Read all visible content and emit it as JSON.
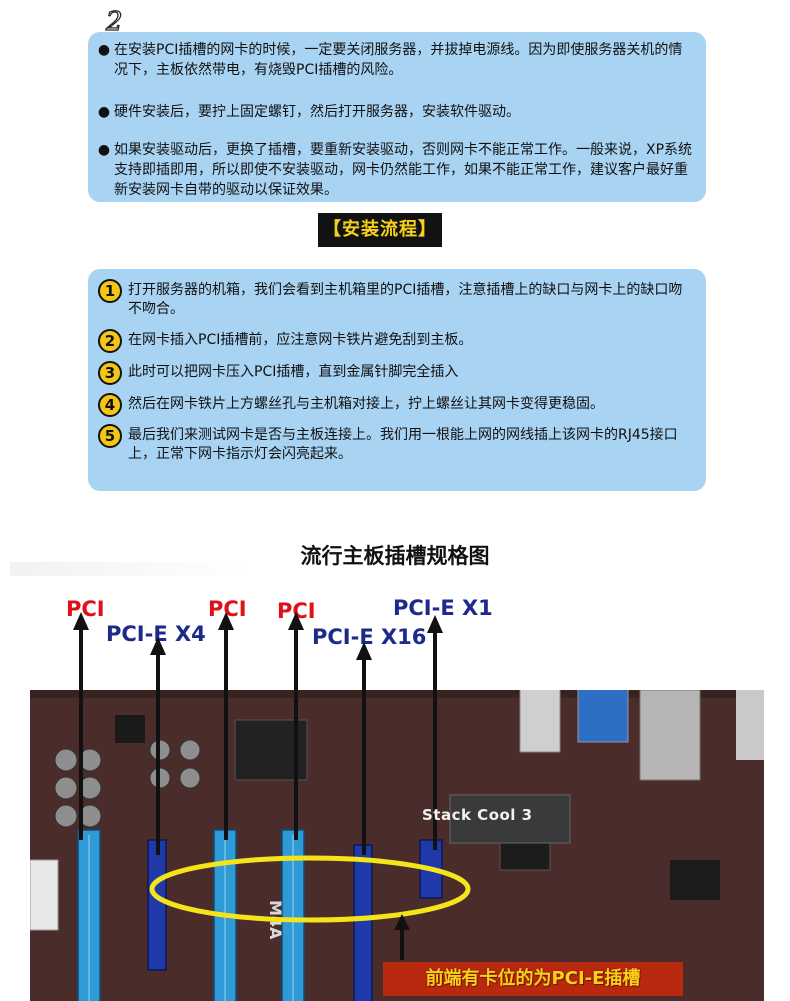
{
  "notes": {
    "badge": "2",
    "bullet": "●",
    "paragraphs": [
      "在安装PCI插槽的网卡的时候，一定要关闭服务器，并拔掉电源线。因为即使服务器关机的情况下，主板依然带电，有烧毁PCI插槽的风险。",
      "硬件安装后，要拧上固定螺钉，然后打开服务器，安装软件驱动。",
      "如果安装驱动后，更换了插槽，要重新安装驱动，否则网卡不能正常工作。一般来说，XP系统支持即插即用，所以即使不安装驱动，网卡仍然能工作，如果不能正常工作，建议客户最好重新安装网卡自带的驱动以保证效果。"
    ]
  },
  "section_heading": "【安装流程】",
  "steps": [
    {
      "num": "1",
      "text": "打开服务器的机箱，我们会看到主机箱里的PCI插槽，注意插槽上的缺口与网卡上的缺口吻不吻合。"
    },
    {
      "num": "2",
      "text": "在网卡插入PCI插槽前，应注意网卡铁片避免刮到主板。"
    },
    {
      "num": "3",
      "text": "此时可以把网卡压入PCI插槽，直到金属针脚完全插入"
    },
    {
      "num": "4",
      "text": "然后在网卡铁片上方螺丝孔与主机箱对接上，拧上螺丝让其网卡变得更稳固。"
    },
    {
      "num": "5",
      "text": "最后我们来测试网卡是否与主板连接上。我们用一根能上网的网线插上该网卡的RJ45接口上，正常下网卡指示灯会闪亮起来。"
    }
  ],
  "diagram": {
    "title": "流行主板插槽规格图",
    "labels": [
      {
        "id": "pci1",
        "text": "PCI",
        "color": "red"
      },
      {
        "id": "pcie-x4",
        "text": "PCI-E X4",
        "color": "blue"
      },
      {
        "id": "pci2",
        "text": "PCI",
        "color": "red"
      },
      {
        "id": "pci3",
        "text": "PCI",
        "color": "red"
      },
      {
        "id": "pcie-x16",
        "text": "PCI-E X16",
        "color": "blue"
      },
      {
        "id": "pcie-x1",
        "text": "PCI-E X1",
        "color": "blue"
      }
    ],
    "board_text": "Stack Cool 3",
    "bottom_label": "前端有卡位的为PCI-E插槽",
    "colors": {
      "board": "#4a2d2b",
      "pci_slot": "#2e9bd6",
      "pcie_slot": "#1f3aa8",
      "ellipse": "#f6e41a",
      "arrow": "#111111",
      "card_bg": "#a9d3f2",
      "heading_bg": "#121212",
      "heading_text": "#f6d11a"
    }
  }
}
